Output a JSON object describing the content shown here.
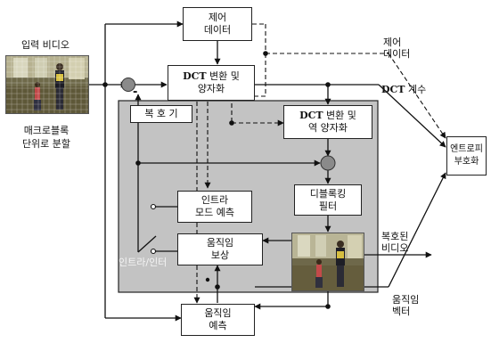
{
  "input_video": {
    "line1": "입력 비디오"
  },
  "macroblock": {
    "line1": "매크로블록",
    "line2": "단위로 분할"
  },
  "control_data_box": {
    "line1": "제어",
    "line2": "데이터"
  },
  "dct_quant_box": {
    "line1_a": "DCT",
    "line1_b": " 변환 및",
    "line2": "양자화"
  },
  "decoder_label": "복 호 기",
  "inv_dct_box": {
    "line1_a": "DCT",
    "line1_b": " 변환 및",
    "line2": "역 양자화"
  },
  "deblock_box": {
    "line1": "디블록킹",
    "line2": "필터"
  },
  "intra_pred_box": {
    "line1": "인트라",
    "line2": "모드 예측"
  },
  "motion_comp_box": {
    "line1": "움직임",
    "line2": "보상"
  },
  "motion_est_box": {
    "line1": "움직임",
    "line2": "예측"
  },
  "entropy_box": {
    "line1": "엔트로피",
    "line2": "부호화"
  },
  "control_data_out": {
    "line1": "제어",
    "line2": "데이터"
  },
  "dct_coef": {
    "a": "DCT",
    "b": " 계수"
  },
  "decoded_video": {
    "line1": "복호된",
    "line2": "비디오"
  },
  "motion_vector": {
    "line1": "움직임",
    "line2": "벡터"
  },
  "intra_inter": "인트라/인터",
  "minus_sign": "-",
  "colors": {
    "decoder_panel": "#c3c3c3",
    "line": "#111111",
    "box_border": "#222222"
  }
}
